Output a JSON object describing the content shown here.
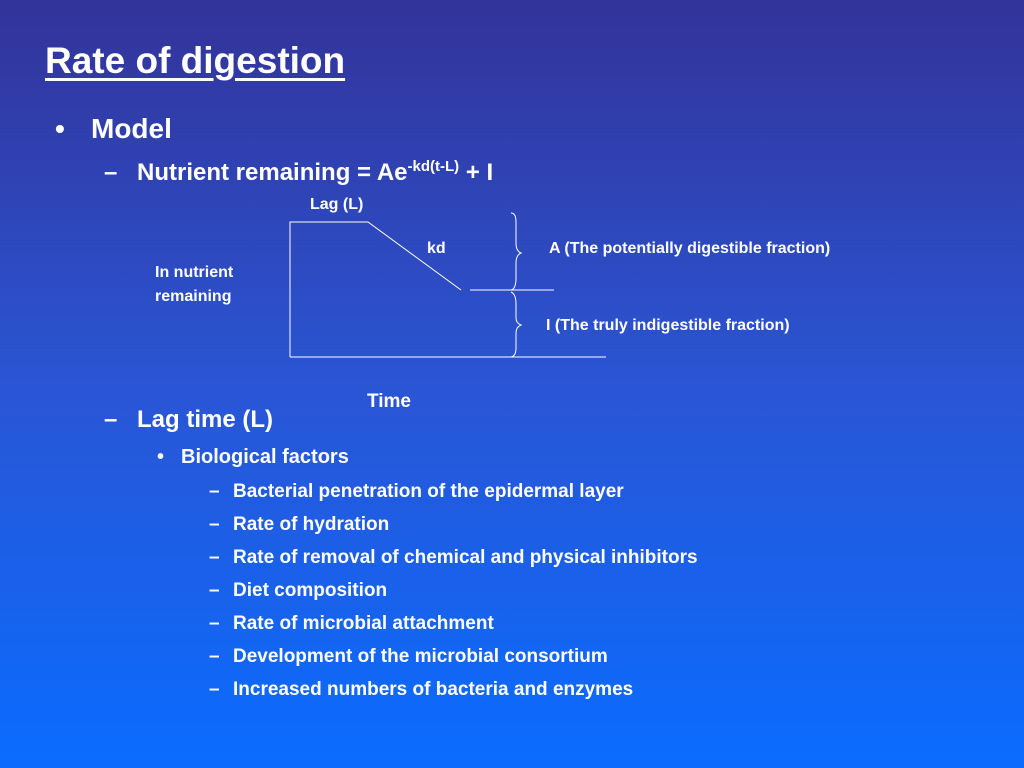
{
  "slide": {
    "title": "Rate of digestion",
    "model_bullet": "•",
    "model_label": "Model",
    "dash": "–",
    "nutrient_formula_prefix": "Nutrient remaining = Ae",
    "nutrient_formula_exponent": "-kd(t-L)",
    "nutrient_formula_suffix": " + I",
    "lag_time_label": "Lag time (L)",
    "biological_bullet": "•",
    "biological_factors_label": "Biological factors",
    "factors": [
      "Bacterial penetration of the epidermal layer",
      "Rate of hydration",
      "Rate of removal of chemical and physical inhibitors",
      "Diet composition",
      "Rate of microbial attachment",
      "Development of the microbial consortium",
      "Increased numbers of bacteria and enzymes"
    ]
  },
  "diagram": {
    "lag_label": "Lag (L)",
    "kd_label": "kd",
    "y_label_line1": "In nutrient",
    "y_label_line2": "remaining",
    "a_label": "A (The potentially digestible fraction)",
    "i_label": "I (The truly  indigestible fraction)",
    "time_label": "Time"
  }
}
